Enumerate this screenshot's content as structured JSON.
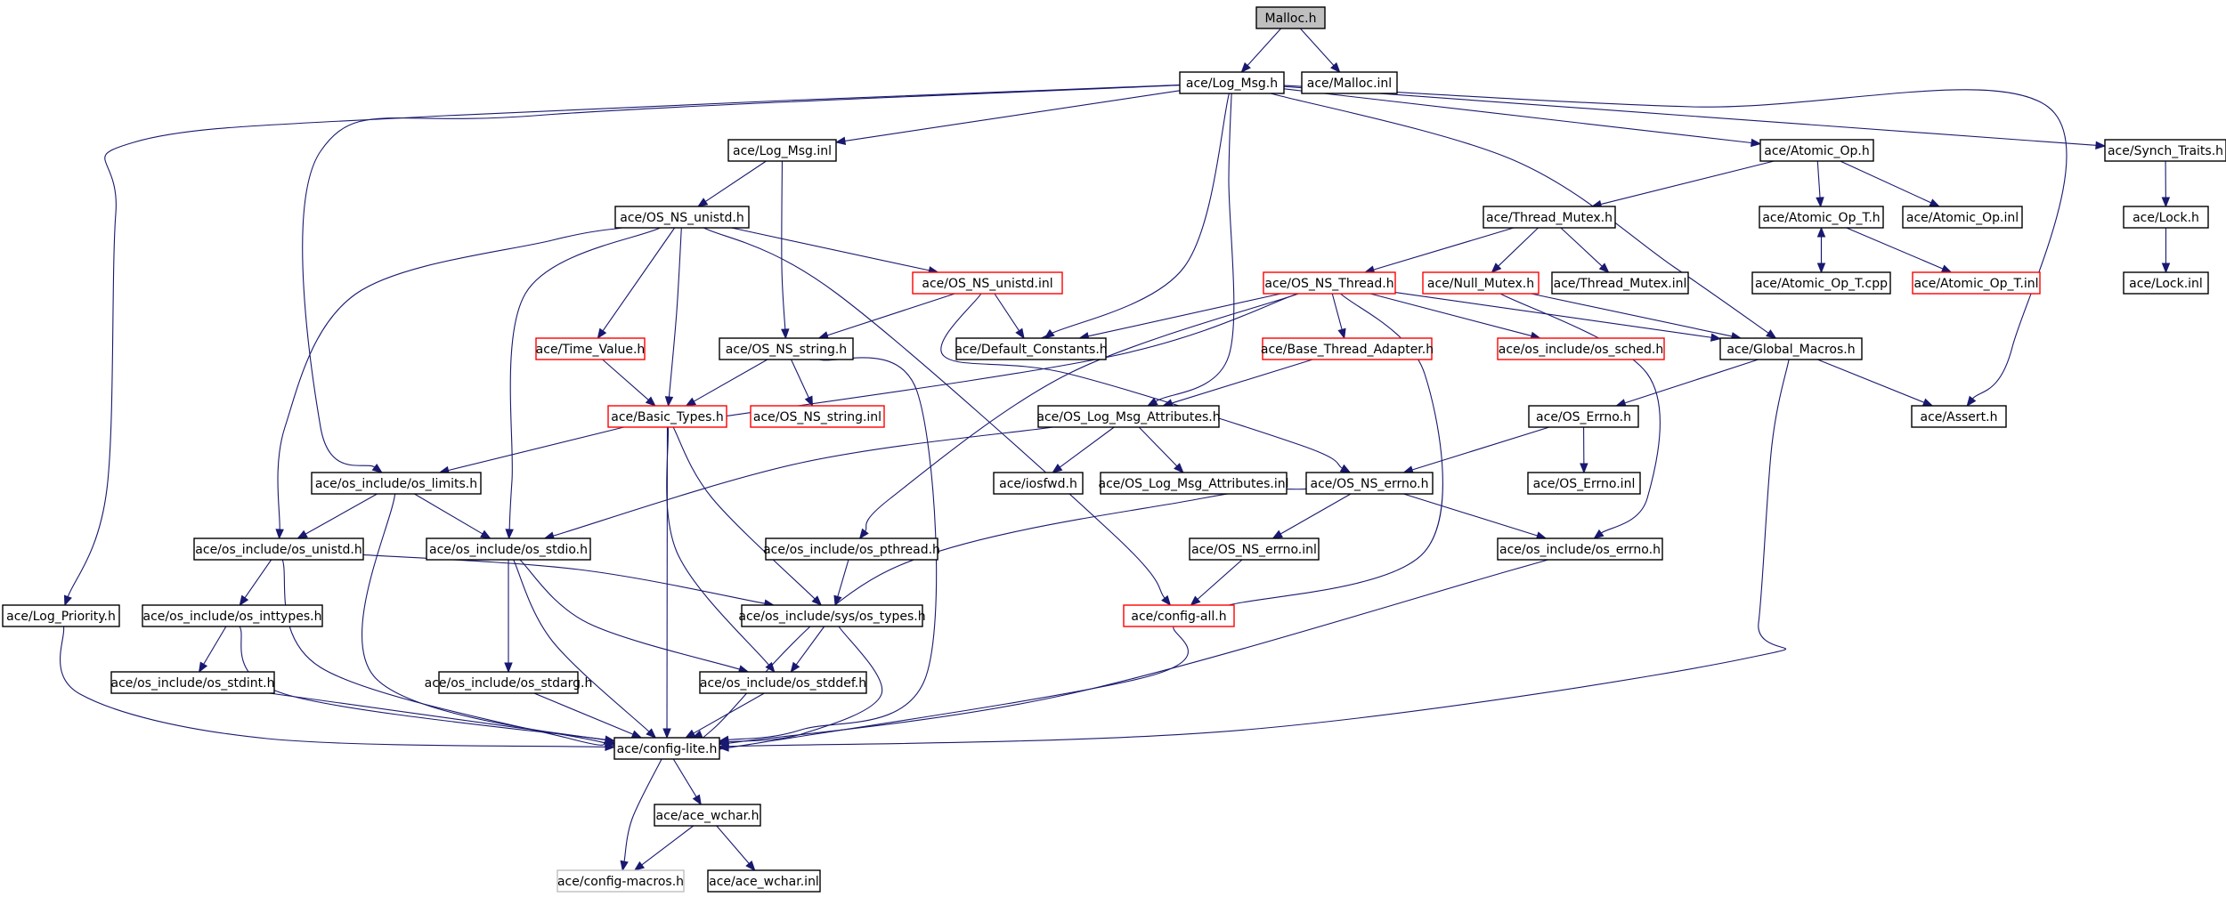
{
  "colors": {
    "edge": "#191970",
    "root_fill": "#bfbfbf",
    "normal_border": "#000000",
    "truncated_border": "#ff0000",
    "external_border": "#bfbfbf",
    "external_text": "#7f7f7f"
  },
  "nodes": [
    {
      "id": "malloc_h",
      "label": "Malloc.h",
      "kind": "root"
    },
    {
      "id": "log_msg_h",
      "label": "ace/Log_Msg.h",
      "kind": "normal"
    },
    {
      "id": "malloc_inl",
      "label": "ace/Malloc.inl",
      "kind": "normal"
    },
    {
      "id": "log_msg_inl",
      "label": "ace/Log_Msg.inl",
      "kind": "normal"
    },
    {
      "id": "atomic_op_h",
      "label": "ace/Atomic_Op.h",
      "kind": "normal"
    },
    {
      "id": "synch_traits_h",
      "label": "ace/Synch_Traits.h",
      "kind": "normal"
    },
    {
      "id": "os_ns_unistd_h",
      "label": "ace/OS_NS_unistd.h",
      "kind": "normal"
    },
    {
      "id": "thread_mutex_h",
      "label": "ace/Thread_Mutex.h",
      "kind": "normal"
    },
    {
      "id": "atomic_op_t_h",
      "label": "ace/Atomic_Op_T.h",
      "kind": "normal"
    },
    {
      "id": "atomic_op_inl",
      "label": "ace/Atomic_Op.inl",
      "kind": "normal"
    },
    {
      "id": "lock_h",
      "label": "ace/Lock.h",
      "kind": "normal"
    },
    {
      "id": "os_ns_unistd_inl",
      "label": "ace/OS_NS_unistd.inl",
      "kind": "truncated"
    },
    {
      "id": "os_ns_thread_h",
      "label": "ace/OS_NS_Thread.h",
      "kind": "truncated"
    },
    {
      "id": "null_mutex_h",
      "label": "ace/Null_Mutex.h",
      "kind": "truncated"
    },
    {
      "id": "thread_mutex_inl",
      "label": "ace/Thread_Mutex.inl",
      "kind": "normal"
    },
    {
      "id": "atomic_op_t_cpp",
      "label": "ace/Atomic_Op_T.cpp",
      "kind": "normal"
    },
    {
      "id": "atomic_op_t_inl",
      "label": "ace/Atomic_Op_T.inl",
      "kind": "truncated"
    },
    {
      "id": "lock_inl",
      "label": "ace/Lock.inl",
      "kind": "normal"
    },
    {
      "id": "time_value_h",
      "label": "ace/Time_Value.h",
      "kind": "truncated"
    },
    {
      "id": "os_ns_string_h",
      "label": "ace/OS_NS_string.h",
      "kind": "normal"
    },
    {
      "id": "default_constants_h",
      "label": "ace/Default_Constants.h",
      "kind": "normal"
    },
    {
      "id": "base_thread_adapter_h",
      "label": "ace/Base_Thread_Adapter.h",
      "kind": "truncated"
    },
    {
      "id": "os_sched_h",
      "label": "ace/os_include/os_sched.h",
      "kind": "truncated"
    },
    {
      "id": "global_macros_h",
      "label": "ace/Global_Macros.h",
      "kind": "normal"
    },
    {
      "id": "basic_types_h",
      "label": "ace/Basic_Types.h",
      "kind": "truncated"
    },
    {
      "id": "os_ns_string_inl",
      "label": "ace/OS_NS_string.inl",
      "kind": "truncated"
    },
    {
      "id": "os_log_msg_attributes_h",
      "label": "ace/OS_Log_Msg_Attributes.h",
      "kind": "normal"
    },
    {
      "id": "os_errno_h",
      "label": "ace/OS_Errno.h",
      "kind": "normal"
    },
    {
      "id": "assert_h",
      "label": "ace/Assert.h",
      "kind": "normal"
    },
    {
      "id": "os_limits_h",
      "label": "ace/os_include/os_limits.h",
      "kind": "normal"
    },
    {
      "id": "iosfwd_h",
      "label": "ace/iosfwd.h",
      "kind": "normal"
    },
    {
      "id": "os_log_msg_attributes_inl",
      "label": "ace/OS_Log_Msg_Attributes.inl",
      "kind": "normal"
    },
    {
      "id": "os_ns_errno_h",
      "label": "ace/OS_NS_errno.h",
      "kind": "normal"
    },
    {
      "id": "os_errno_inl",
      "label": "ace/OS_Errno.inl",
      "kind": "normal"
    },
    {
      "id": "os_unistd_h",
      "label": "ace/os_include/os_unistd.h",
      "kind": "normal"
    },
    {
      "id": "os_stdio_h",
      "label": "ace/os_include/os_stdio.h",
      "kind": "normal"
    },
    {
      "id": "os_pthread_h",
      "label": "ace/os_include/os_pthread.h",
      "kind": "normal"
    },
    {
      "id": "os_ns_errno_inl",
      "label": "ace/OS_NS_errno.inl",
      "kind": "normal"
    },
    {
      "id": "os_include_errno_h",
      "label": "ace/os_include/os_errno.h",
      "kind": "normal"
    },
    {
      "id": "log_priority_h",
      "label": "ace/Log_Priority.h",
      "kind": "normal"
    },
    {
      "id": "os_inttypes_h",
      "label": "ace/os_include/os_inttypes.h",
      "kind": "normal"
    },
    {
      "id": "os_types_h",
      "label": "ace/os_include/sys/os_types.h",
      "kind": "normal"
    },
    {
      "id": "config_all_h",
      "label": "ace/config-all.h",
      "kind": "truncated"
    },
    {
      "id": "os_stdint_h",
      "label": "ace/os_include/os_stdint.h",
      "kind": "normal"
    },
    {
      "id": "os_stdarg_h",
      "label": "ace/os_include/os_stdarg.h",
      "kind": "normal"
    },
    {
      "id": "os_stddef_h",
      "label": "ace/os_include/os_stddef.h",
      "kind": "normal"
    },
    {
      "id": "config_lite_h",
      "label": "ace/config-lite.h",
      "kind": "normal"
    },
    {
      "id": "ace_wchar_h",
      "label": "ace/ace_wchar.h",
      "kind": "normal"
    },
    {
      "id": "config_macros_h",
      "label": "ace/config-macros.h",
      "kind": "external"
    },
    {
      "id": "ace_wchar_inl",
      "label": "ace/ace_wchar.inl",
      "kind": "normal"
    }
  ]
}
